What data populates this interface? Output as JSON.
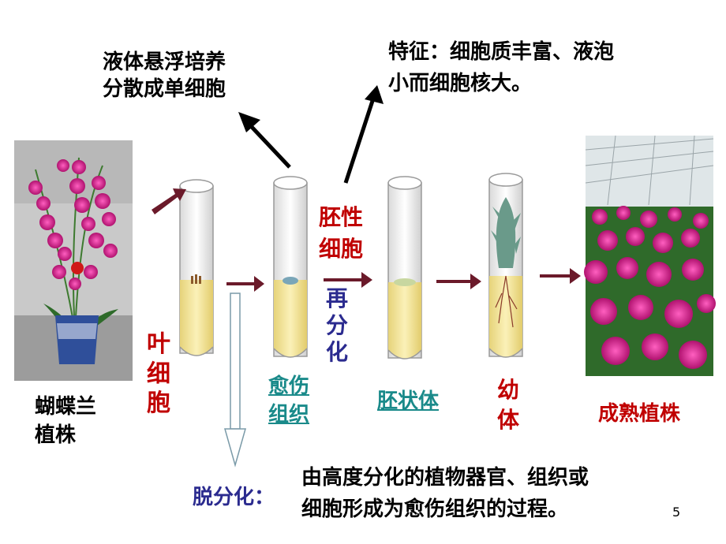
{
  "suspension_note": {
    "line1": "液体悬浮培养",
    "line2": "分散成单细胞"
  },
  "features_note": {
    "line1": "特征：细胞质丰富、液泡",
    "line2": "小而细胞核大。"
  },
  "plant_label": {
    "line1": "蝴蝶兰",
    "line2": "植株"
  },
  "leaf_cell_label": [
    "叶",
    "细",
    "胞"
  ],
  "callus_label": {
    "line1": "愈伤",
    "line2": "组织"
  },
  "embryonic_cell_label": {
    "line1": "胚性",
    "line2": "细胞"
  },
  "redifferentiation_label": [
    "再",
    "分",
    "化"
  ],
  "embryoid_label": "胚状体",
  "seedling_label": [
    "幼",
    "体"
  ],
  "mature_plant_label": "成熟植株",
  "dedifferentiation": {
    "term": "脱分化：",
    "definition_line1": "由高度分化的植物器官、组织或",
    "definition_line2": "细胞形成为愈伤组织的过程。"
  },
  "page_number": "5",
  "colors": {
    "red": "#c00000",
    "navy": "#2b2b8f",
    "teal": "#1a8a8a",
    "arrow": "#6b1a2a",
    "medium": "#f1e39a"
  }
}
